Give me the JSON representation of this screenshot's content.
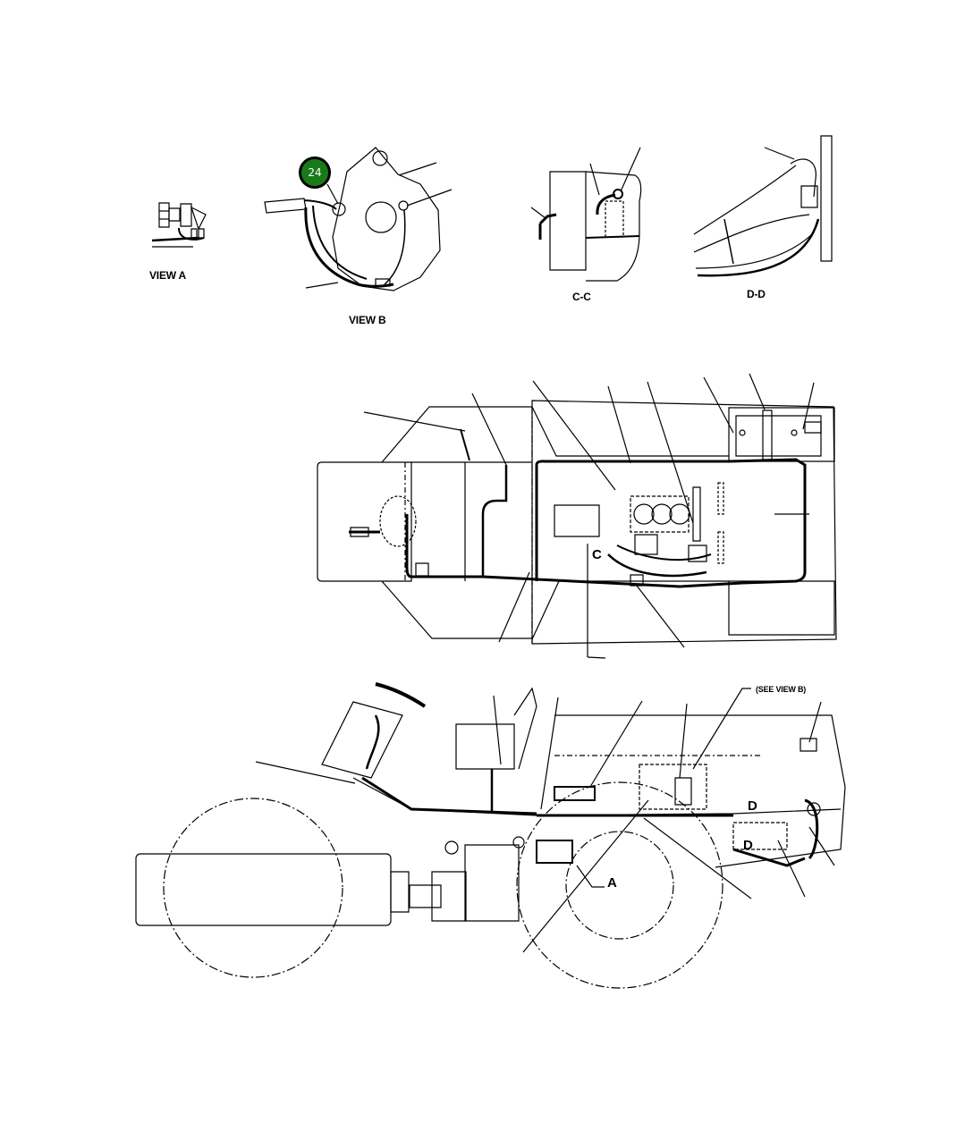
{
  "diagram": {
    "type": "wiring harness installation drawing",
    "views": [
      {
        "id": "view-a",
        "label": "VIEW A"
      },
      {
        "id": "view-b",
        "label": "VIEW B"
      },
      {
        "id": "section-c",
        "label": "C-C"
      },
      {
        "id": "section-d",
        "label": "D-D"
      }
    ],
    "callouts": [
      {
        "id": "callout-24",
        "number": "24",
        "color": "#1a7a1a"
      }
    ],
    "section_markers": {
      "c": "C",
      "d_upper": "D",
      "d_lower": "D",
      "a": "A"
    },
    "notes": {
      "see_view_b": "(SEE VIEW B)"
    }
  }
}
